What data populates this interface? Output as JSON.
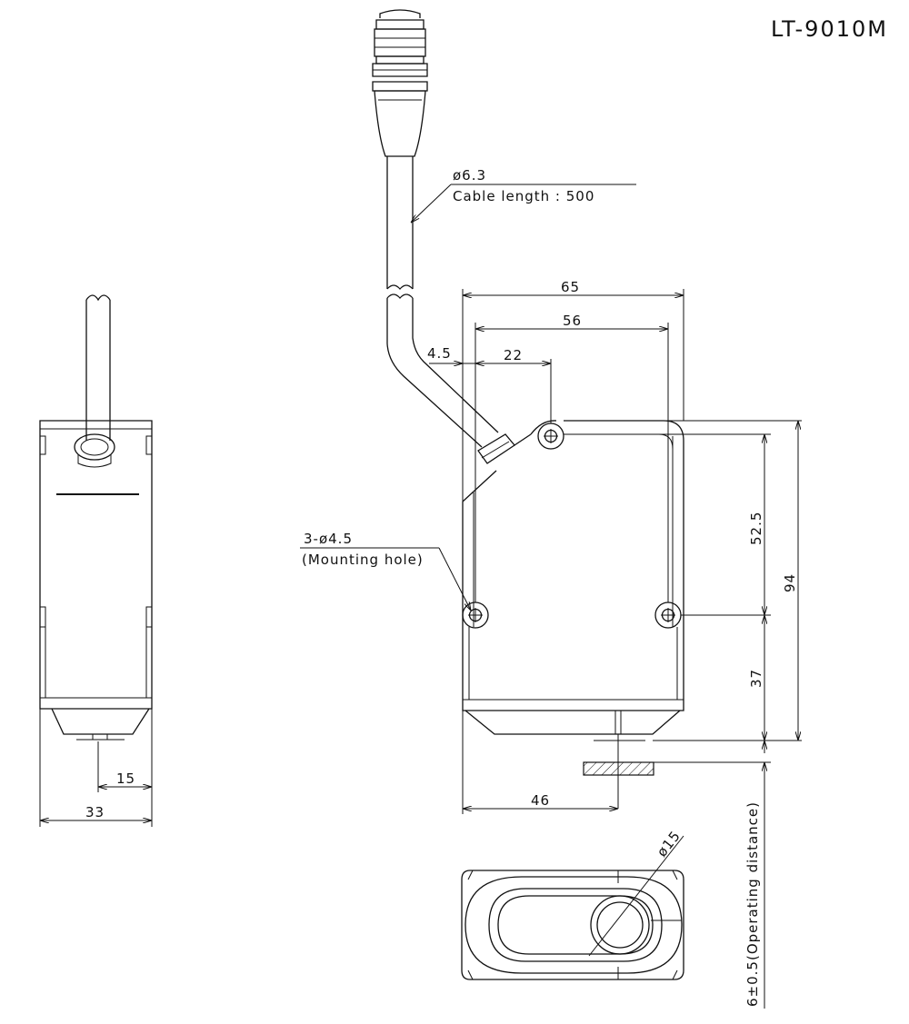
{
  "title": "LT-9010M",
  "cable": {
    "diameter_label": "ø6.3",
    "length_label": "Cable length : 500"
  },
  "mounting_hole": {
    "count_label": "3-ø4.5",
    "note": "(Mounting hole)"
  },
  "dimensions": {
    "width_65": "65",
    "pitch_56": "56",
    "offset_4_5": "4.5",
    "offset_22": "22",
    "height_52_5": "52.5",
    "height_94": "94",
    "height_37": "37",
    "spot_46": "46",
    "side_15": "15",
    "side_33": "33",
    "window_dia": "ø15",
    "operating_distance": "6±0.5(Operating distance)"
  },
  "colors": {
    "line": "#111111",
    "background": "#ffffff"
  }
}
